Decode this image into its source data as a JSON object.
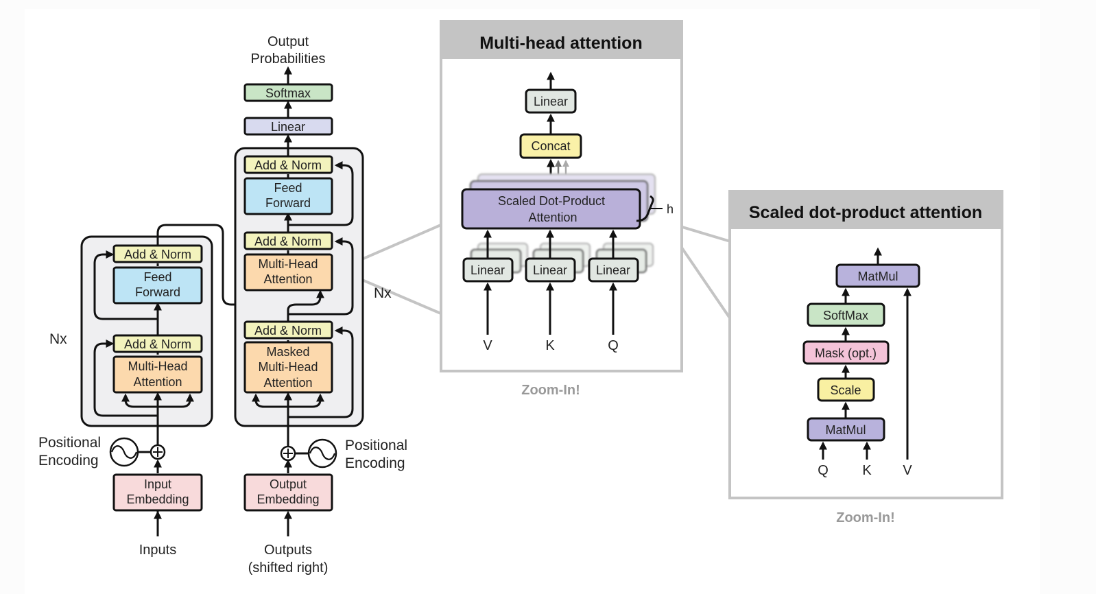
{
  "colors": {
    "add_norm": "#f3f3bd",
    "feed_forward": "#bde4f5",
    "attention": "#fcd9ad",
    "embedding": "#f8dadb",
    "linear": "#d8daef",
    "softmax": "#c9e5c6",
    "block_bg": "#efeff1",
    "panel_header": "#c4c4c4",
    "mha_linear": "#e1e7e2",
    "concat": "#faf1a8",
    "sdpa": "#b9b0d9",
    "mask": "#f4c3d8",
    "scale": "#f9f0a2",
    "matmul": "#b8b2dc"
  },
  "encoder": {
    "nx_label": "Nx",
    "add_norm_top": "Add & Norm",
    "feed_forward": [
      "Feed",
      "Forward"
    ],
    "add_norm_bottom": "Add & Norm",
    "attention": [
      "Multi-Head",
      "Attention"
    ],
    "positional_encoding": [
      "Positional",
      "Encoding"
    ],
    "embedding": [
      "Input",
      "Embedding"
    ],
    "input_label": "Inputs"
  },
  "decoder": {
    "nx_label": "Nx",
    "output_probabilities": [
      "Output",
      "Probabilities"
    ],
    "softmax": "Softmax",
    "linear": "Linear",
    "add_norm_1": "Add & Norm",
    "feed_forward": [
      "Feed",
      "Forward"
    ],
    "add_norm_2": "Add & Norm",
    "attention": [
      "Multi-Head",
      "Attention"
    ],
    "add_norm_3": "Add & Norm",
    "masked_attention": [
      "Masked",
      "Multi-Head",
      "Attention"
    ],
    "positional_encoding": [
      "Positional",
      "Encoding"
    ],
    "embedding": [
      "Output",
      "Embedding"
    ],
    "output_label": [
      "Outputs",
      "(shifted right)"
    ]
  },
  "multihead_panel": {
    "title": "Multi-head attention",
    "linear_top": "Linear",
    "concat": "Concat",
    "sdpa": [
      "Scaled Dot-Product",
      "Attention"
    ],
    "h_label": "h",
    "linears": [
      "Linear",
      "Linear",
      "Linear"
    ],
    "inputs": [
      "V",
      "K",
      "Q"
    ],
    "zoom_label": "Zoom-In!"
  },
  "sdpa_panel": {
    "title": "Scaled dot-product attention",
    "matmul_top": "MatMul",
    "softmax": "SoftMax",
    "mask": "Mask (opt.)",
    "scale": "Scale",
    "matmul_bottom": "MatMul",
    "inputs": [
      "Q",
      "K",
      "V"
    ],
    "zoom_label": "Zoom-In!"
  }
}
